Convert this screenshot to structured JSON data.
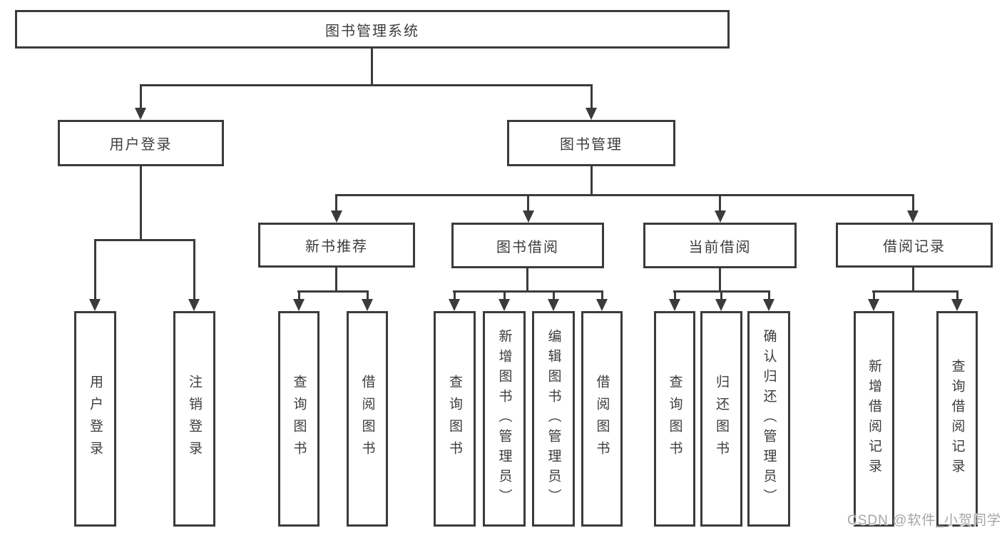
{
  "colors": {
    "line": "#3b3b3b",
    "box_border": "#3b3b3b",
    "text": "#3d3d3d",
    "background": "#ffffff",
    "watermark": "#a6a6a6"
  },
  "watermark": {
    "text": "CSDN @软件_小贺同学"
  },
  "tree": {
    "label": "图书管理系统",
    "children": [
      {
        "label": "用户登录",
        "children": [
          {
            "label": "用户登录"
          },
          {
            "label": "注销登录"
          }
        ]
      },
      {
        "label": "图书管理",
        "children": [
          {
            "label": "新书推荐",
            "children": [
              {
                "label": "查询图书"
              },
              {
                "label": "借阅图书"
              }
            ]
          },
          {
            "label": "图书借阅",
            "children": [
              {
                "label": "查询图书"
              },
              {
                "label": "新增图书（管理员）"
              },
              {
                "label": "编辑图书（管理员）"
              },
              {
                "label": "借阅图书"
              }
            ]
          },
          {
            "label": "当前借阅",
            "children": [
              {
                "label": "查询图书"
              },
              {
                "label": "归还图书"
              },
              {
                "label": "确认归还（管理员）"
              }
            ]
          },
          {
            "label": "借阅记录",
            "children": [
              {
                "label": "新增借阅记录"
              },
              {
                "label": "查询借阅记录"
              }
            ]
          }
        ]
      }
    ]
  }
}
